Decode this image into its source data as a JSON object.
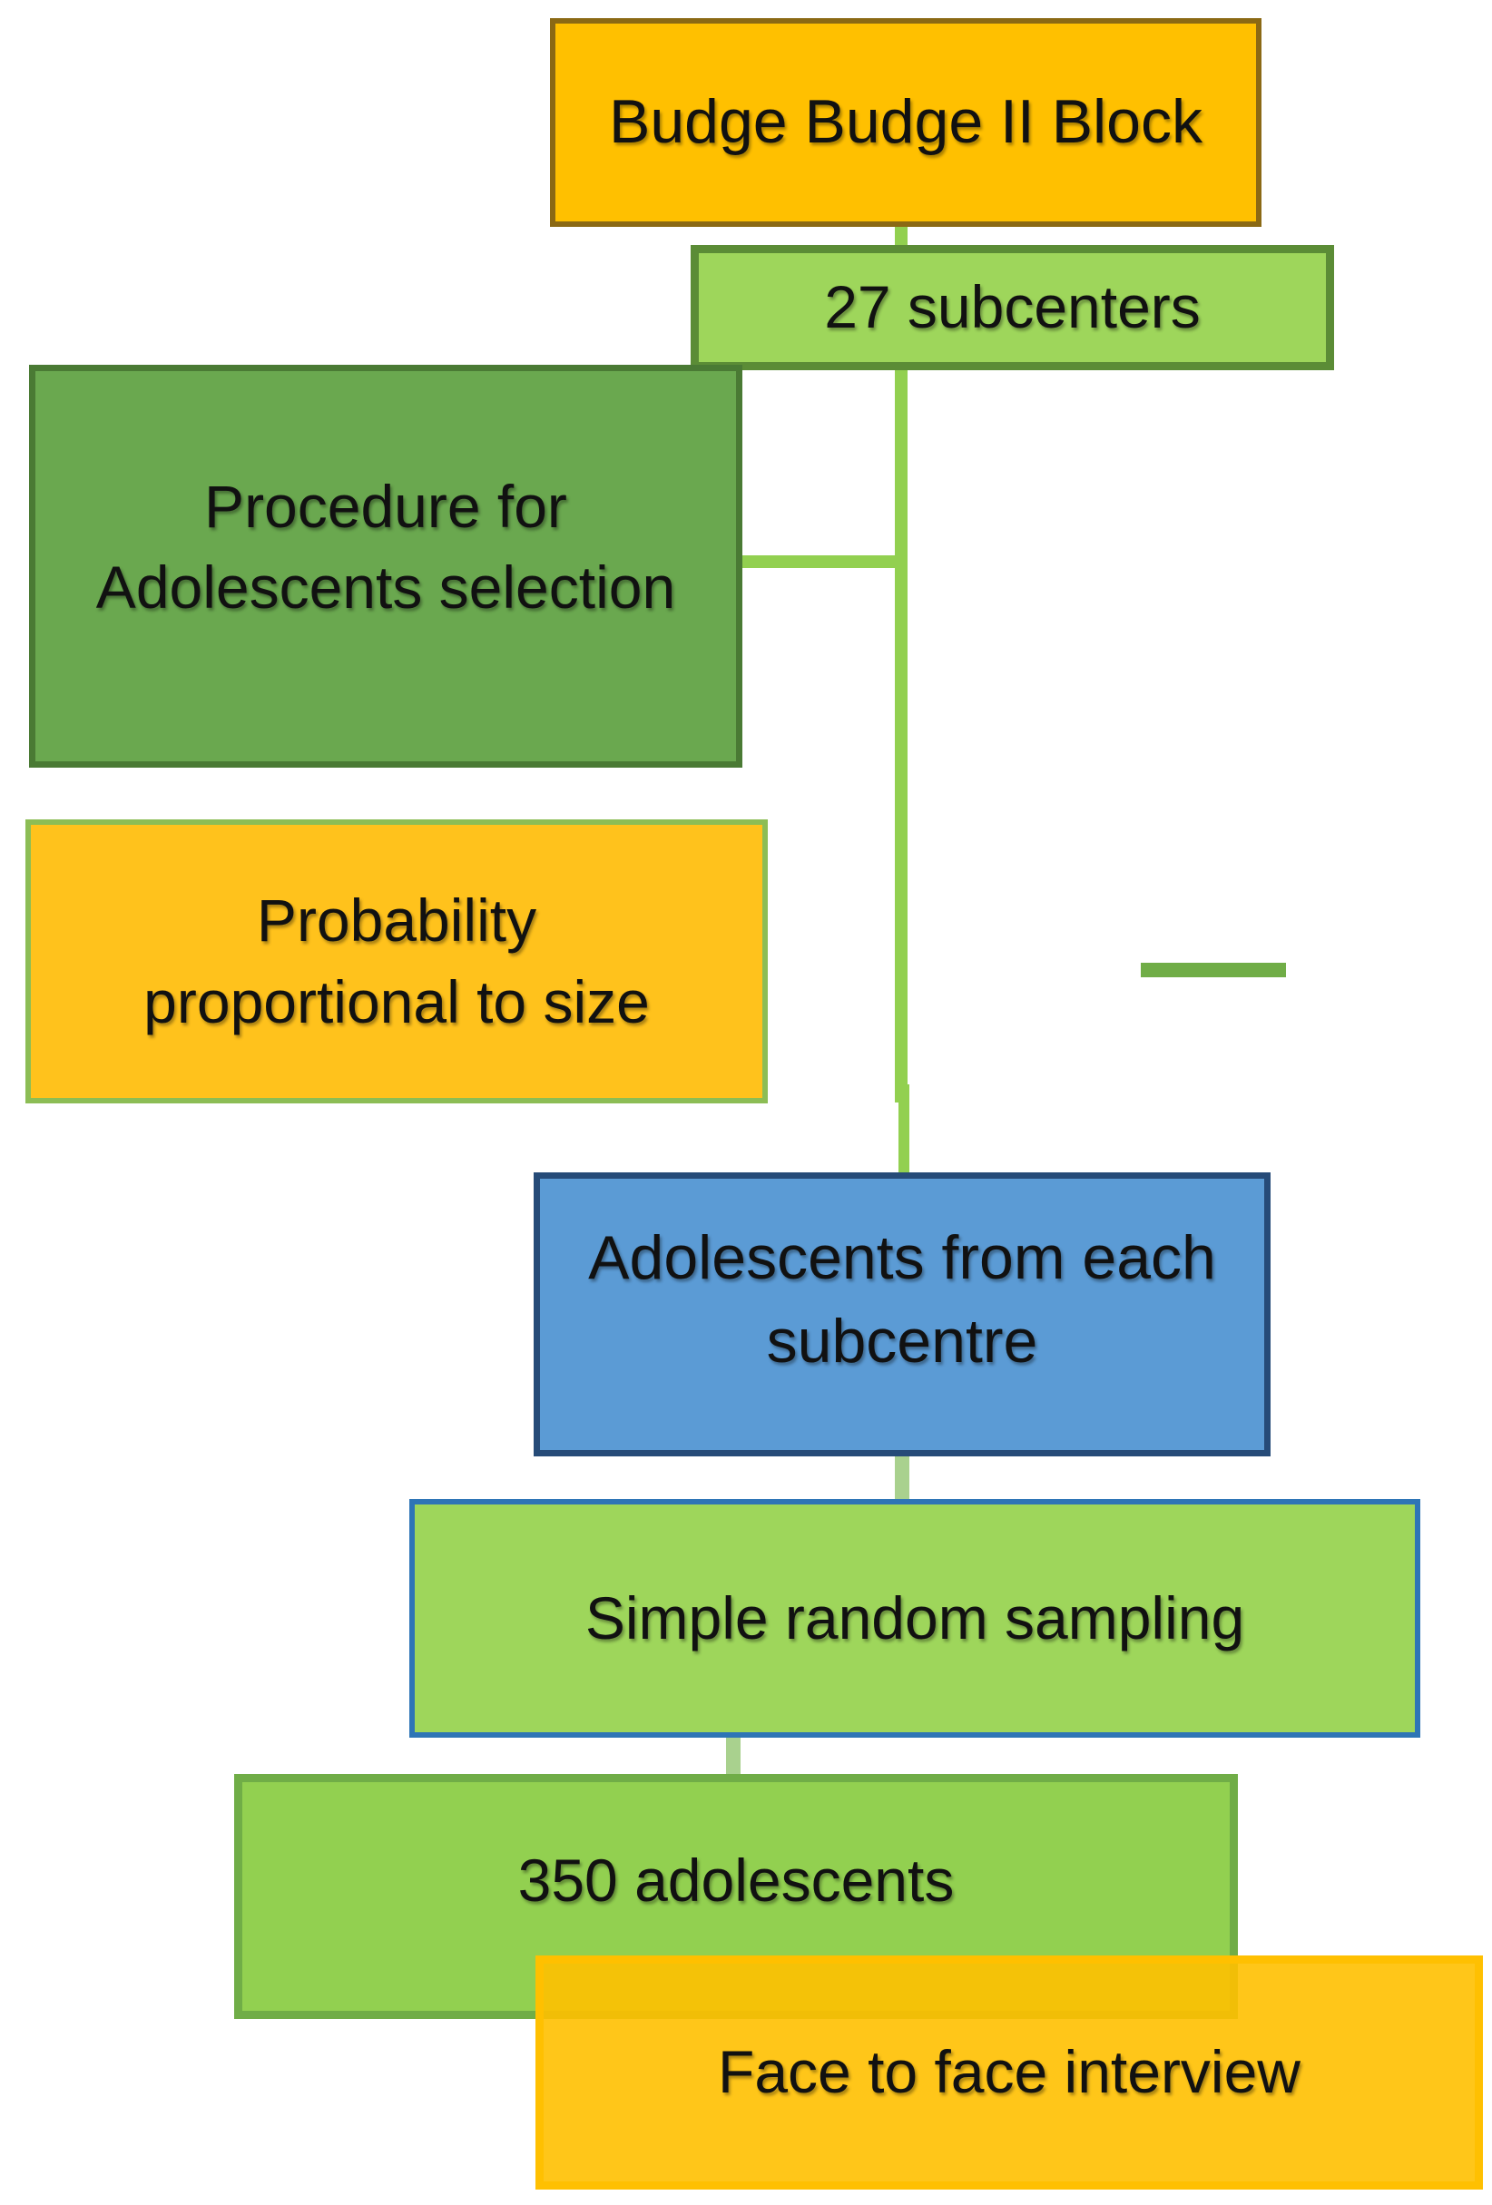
{
  "diagram": {
    "boxes": {
      "budge_block": "Budge  Budge II Block",
      "subcenters": "27 subcenters",
      "procedure": "Procedure for\nAdolescents selection",
      "pps": "Probability\nproportional to size",
      "adolescents_each": "Adolescents from each\nsubcentre",
      "srs": "Simple random sampling",
      "adolescents_350": "350  adolescents",
      "face_to_face": "Face to face interview"
    }
  }
}
